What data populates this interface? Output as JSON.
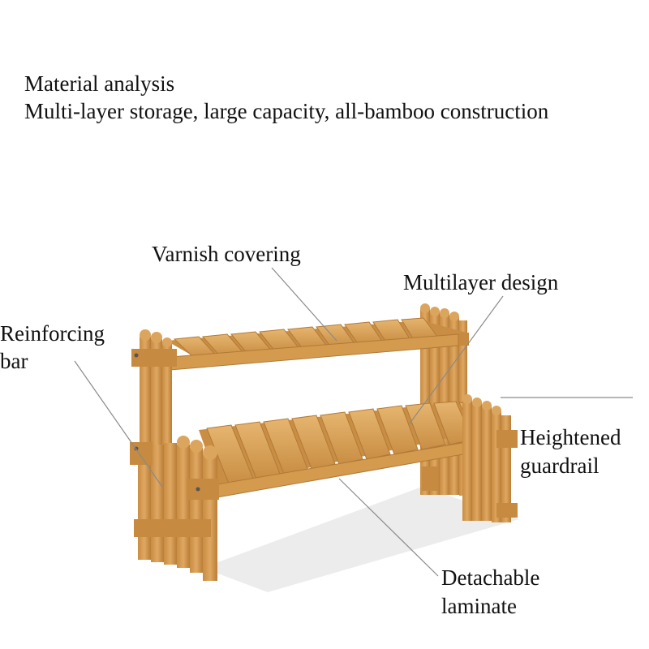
{
  "header": {
    "title": "Material analysis",
    "subtitle": "Multi-layer storage, large capacity, all-bamboo construction"
  },
  "labels": {
    "varnish": "Varnish covering",
    "multilayer": "Multilayer design",
    "reinforcing_line1": "Reinforcing",
    "reinforcing_line2": "bar",
    "guardrail_line1": "Heightened",
    "guardrail_line2": "guardrail",
    "laminate_line1": "Detachable",
    "laminate_line2": "laminate"
  },
  "colors": {
    "bamboo": "#d49a4e",
    "bamboo_light": "#e3b06a",
    "bamboo_dark": "#b07a38",
    "shadow": "#e6e6e6",
    "leader_line": "#8a8a8a"
  }
}
